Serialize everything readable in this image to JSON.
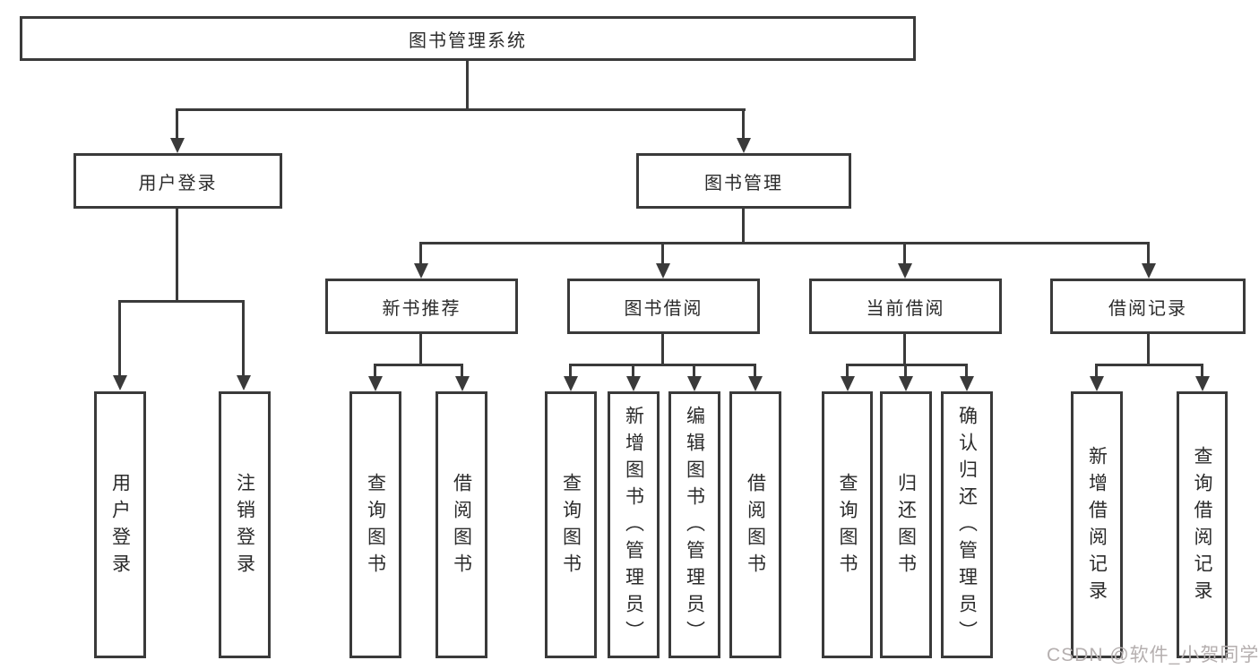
{
  "title": "图书管理系统",
  "tree": {
    "root": {
      "label": "图书管理系统"
    },
    "branches": [
      {
        "label": "用户登录",
        "children": [
          {
            "label": "用户登录"
          },
          {
            "label": "注销登录"
          }
        ]
      },
      {
        "label": "图书管理",
        "children": [
          {
            "label": "新书推荐",
            "children": [
              {
                "label": "查询图书"
              },
              {
                "label": "借阅图书"
              }
            ]
          },
          {
            "label": "图书借阅",
            "children": [
              {
                "label": "查询图书"
              },
              {
                "label": "新增图书（管理员）"
              },
              {
                "label": "编辑图书（管理员）"
              },
              {
                "label": "借阅图书"
              }
            ]
          },
          {
            "label": "当前借阅",
            "children": [
              {
                "label": "查询图书"
              },
              {
                "label": "归还图书"
              },
              {
                "label": "确认归还（管理员）"
              }
            ]
          },
          {
            "label": "借阅记录",
            "children": [
              {
                "label": "新增借阅记录"
              },
              {
                "label": "查询借阅记录"
              }
            ]
          }
        ]
      }
    ]
  },
  "watermark": {
    "text": "CSDN @软件_小贺同学"
  },
  "colors": {
    "line": "#3a3a3a",
    "box_border": "#3a3a3a",
    "text": "#2b2b2b",
    "background": "#ffffff",
    "watermark": "#b5afaf"
  }
}
